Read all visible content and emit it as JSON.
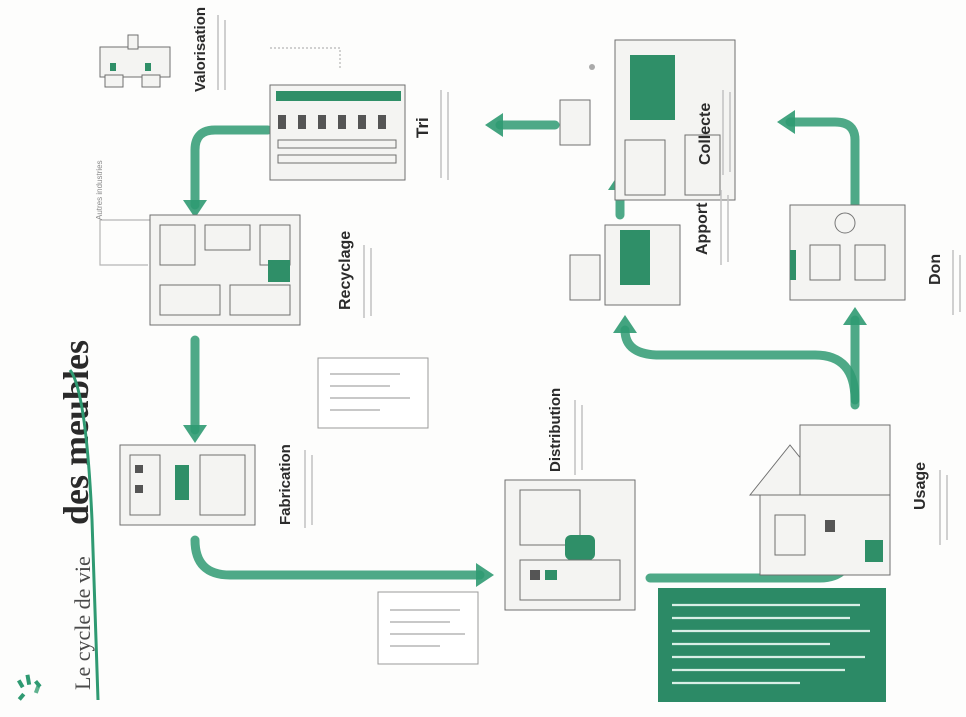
{
  "title": {
    "prefix": "Le cycle de vie",
    "main": "des meubles"
  },
  "stages": {
    "fabrication": "Fabrication",
    "distribution": "Distribution",
    "usage": "Usage",
    "don": "Don",
    "apport": "Apport",
    "collecte": "Collecte",
    "tri": "Tri",
    "recyclage": "Recyclage",
    "valorisation": "Valorisation"
  },
  "side_note": "Autres industries",
  "colors": {
    "accent": "#2f9a72",
    "infobox": "#2c8a66"
  }
}
